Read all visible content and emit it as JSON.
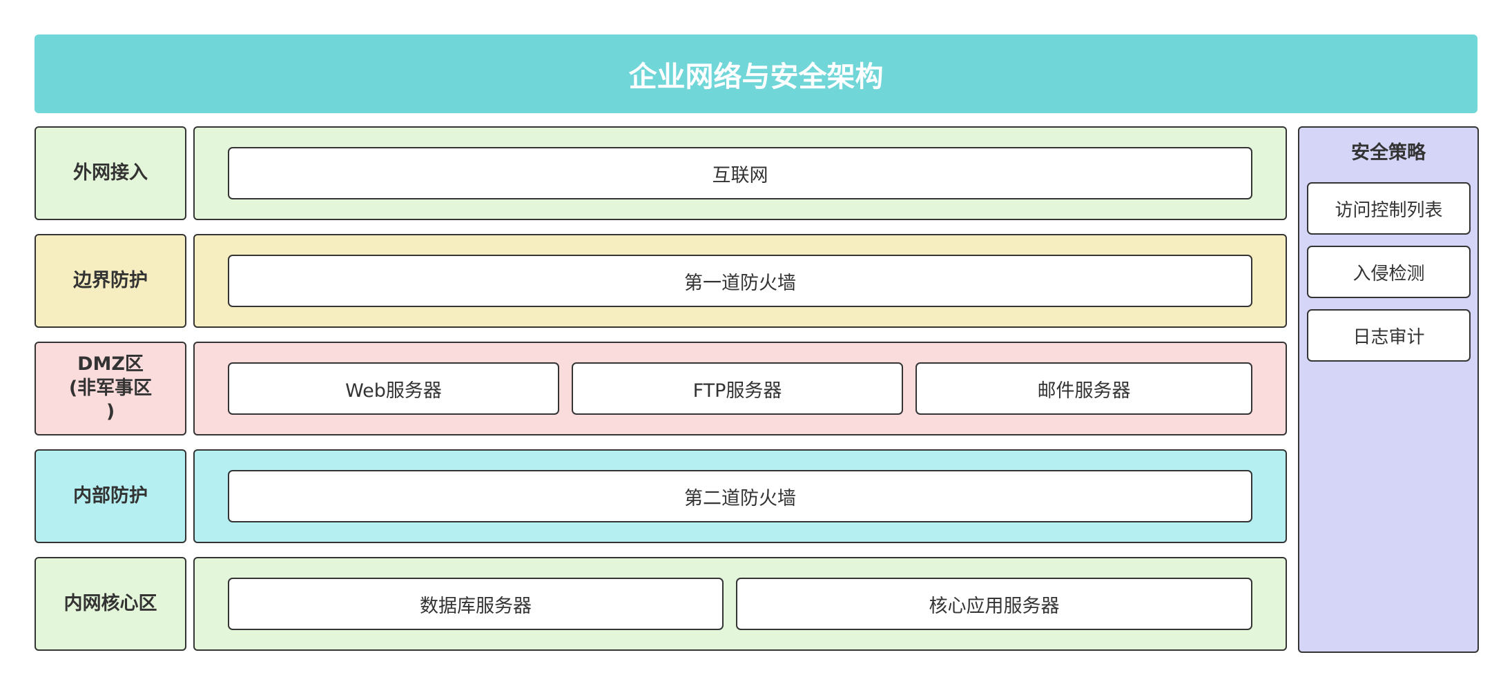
{
  "title": "企业网络与安全架构",
  "colors": {
    "title_bg": "#70d6d8",
    "green": "#e4f6d9",
    "yellow": "#f6edc0",
    "pink": "#fadcdc",
    "cyan": "#b5eff1",
    "policy_bg": "#d5d6f7",
    "border": "#333333"
  },
  "layers": [
    {
      "label": "外网接入",
      "nodes": [
        "互联网"
      ]
    },
    {
      "label": "边界防护",
      "nodes": [
        "第一道防火墙"
      ]
    },
    {
      "label": "DMZ区\n(非军事区\n)",
      "nodes": [
        "Web服务器",
        "FTP服务器",
        "邮件服务器"
      ]
    },
    {
      "label": "内部防护",
      "nodes": [
        "第二道防火墙"
      ]
    },
    {
      "label": "内网核心区",
      "nodes": [
        "数据库服务器",
        "核心应用服务器"
      ]
    }
  ],
  "policy": {
    "title": "安全策略",
    "items": [
      "访问控制列表",
      "入侵检测",
      "日志审计"
    ]
  }
}
